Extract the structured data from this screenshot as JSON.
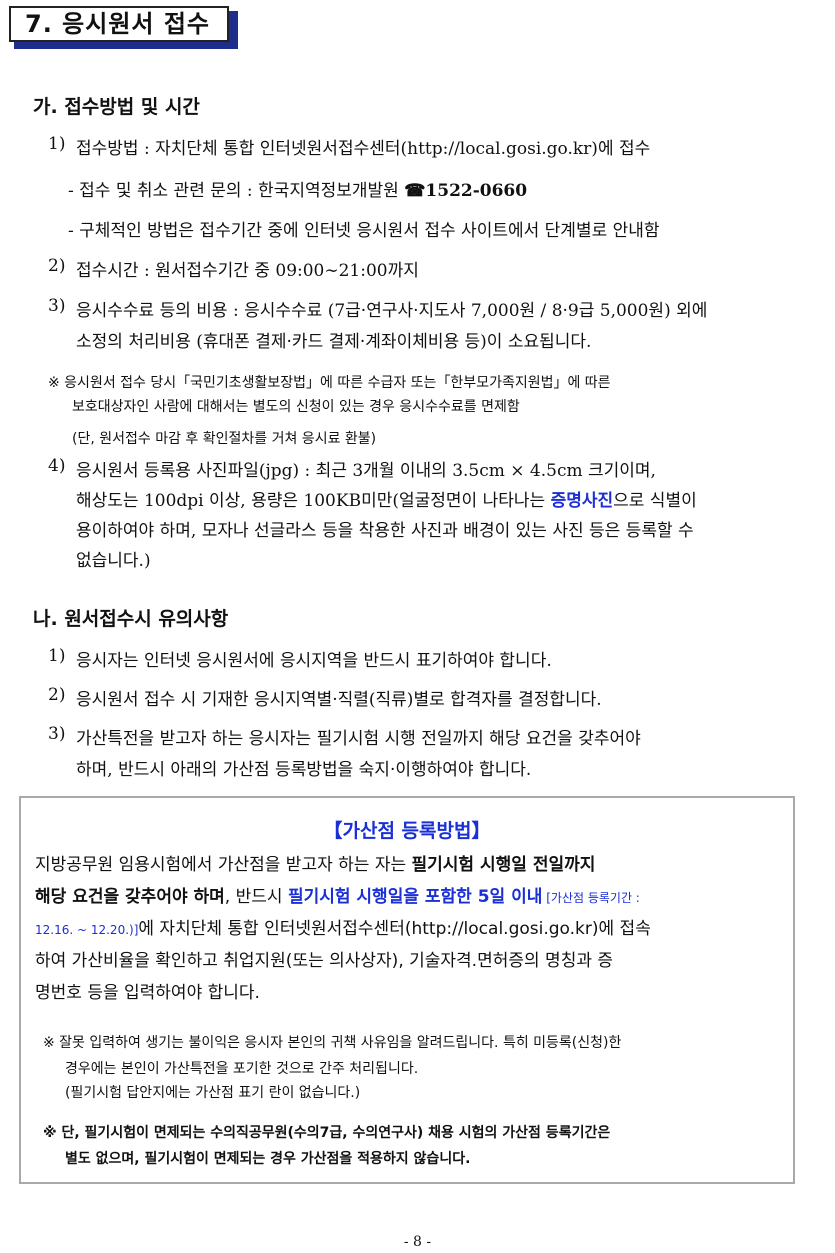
{
  "header": {
    "title": "7. 응시원서 접수"
  },
  "section_a": {
    "title": "가. 접수방법 및 시간",
    "item1": {
      "num": "1)",
      "text": "접수방법 : 자치단체 통합 인터넷원서접수센터(http://local.gosi.go.kr)에 접수"
    },
    "item1_sub1": {
      "prefix": "- 접수 및 취소 관련 문의 : 한국지역정보개발원 ",
      "phone": "☎1522-0660"
    },
    "item1_sub2": "- 구체적인 방법은 접수기간 중에 인터넷 응시원서 접수 사이트에서 단계별로 안내함",
    "item2": {
      "num": "2)",
      "text": "접수시간 : 원서접수기간 중 09:00∼21:00까지"
    },
    "item3": {
      "num": "3)",
      "line1": "응시수수료 등의 비용 : 응시수수료 (7급·연구사·지도사 7,000원 / 8·9급 5,000원) 외에",
      "line2": "소정의 처리비용 (휴대폰 결제·카드 결제·계좌이체비용 등)이 소요됩니다."
    },
    "note1": {
      "line1": "※ 응시원서 접수 당시「국민기초생활보장법」에 따른 수급자 또는「한부모가족지원법」에 따른",
      "line2": "보호대상자인 사람에 대해서는 별도의 신청이 있는 경우 응시수수료를 면제함",
      "line3": "(단, 원서접수 마감 후 확인절차를 거쳐 응시료 환불)"
    },
    "item4": {
      "num": "4)",
      "line1": "응시원서 등록용 사진파일(jpg) : 최근 3개월 이내의 3.5cm × 4.5cm 크기이며,",
      "line2_pre": "해상도는 100dpi 이상, 용량은 100KB미만(얼굴정면이 나타나는 ",
      "line2_blue": "증명사진",
      "line2_post": "으로 식별이",
      "line3": "용이하여야 하며, 모자나 선글라스 등을 착용한 사진과 배경이 있는 사진 등은 등록할 수",
      "line4": "없습니다.)"
    }
  },
  "section_b": {
    "title": "나. 원서접수시 유의사항",
    "item1": {
      "num": "1)",
      "text": "응시자는 인터넷 응시원서에 응시지역을 반드시 표기하여야 합니다."
    },
    "item2": {
      "num": "2)",
      "text": "응시원서 접수 시 기재한 응시지역별·직렬(직류)별로 합격자를 결정합니다."
    },
    "item3": {
      "num": "3)",
      "line1": "가산특전을 받고자 하는 응시자는 필기시험 시행 전일까지 해당 요건을 갖추어야",
      "line2": "하며, 반드시 아래의 가산점 등록방법을 숙지·이행하여야 합니다."
    }
  },
  "box": {
    "title": "【가산점 등록방법】",
    "l1_pre": "지방공무원 임용시험에서 가산점을 받고자 하는 자는 ",
    "l1_bold": "필기시험 시행일 전일까지",
    "l2_bold": "해당 요건을 갖추어야 하며",
    "l2_mid": ", 반드시 ",
    "l2_blue": "필기시험 시행일을 포함한 5일 이내",
    "l2_small": " [가산점 등록기간 :",
    "l3_small": "12.16. ~ 12.20.)]",
    "l3_rest": "에 자치단체 통합 인터넷원서접수센터(http://local.gosi.go.kr)에 접속",
    "l4": "하여 가산비율을 확인하고 취업지원(또는 의사상자), 기술자격.면허증의 명칭과 증",
    "l5": "명번호 등을 입력하여야 합니다.",
    "note1": "※ 잘못 입력하여 생기는 불이익은 응시자 본인의 귀책 사유임을 알려드립니다. 특히 미등록(신청)한",
    "note2": "경우에는 본인이 가산특전을 포기한 것으로 간주 처리됩니다.",
    "note3": "(필기시험 답안지에는 가산점 표기 란이 없습니다.)",
    "note4": "※ 단, 필기시험이 면제되는 수의직공무원(수의7급, 수의연구사) 채용 시험의 가산점 등록기간은",
    "note5": "별도 없으며, 필기시험이 면제되는 경우 가산점을 적용하지 않습니다."
  },
  "footer": {
    "page": "- 8 -"
  }
}
